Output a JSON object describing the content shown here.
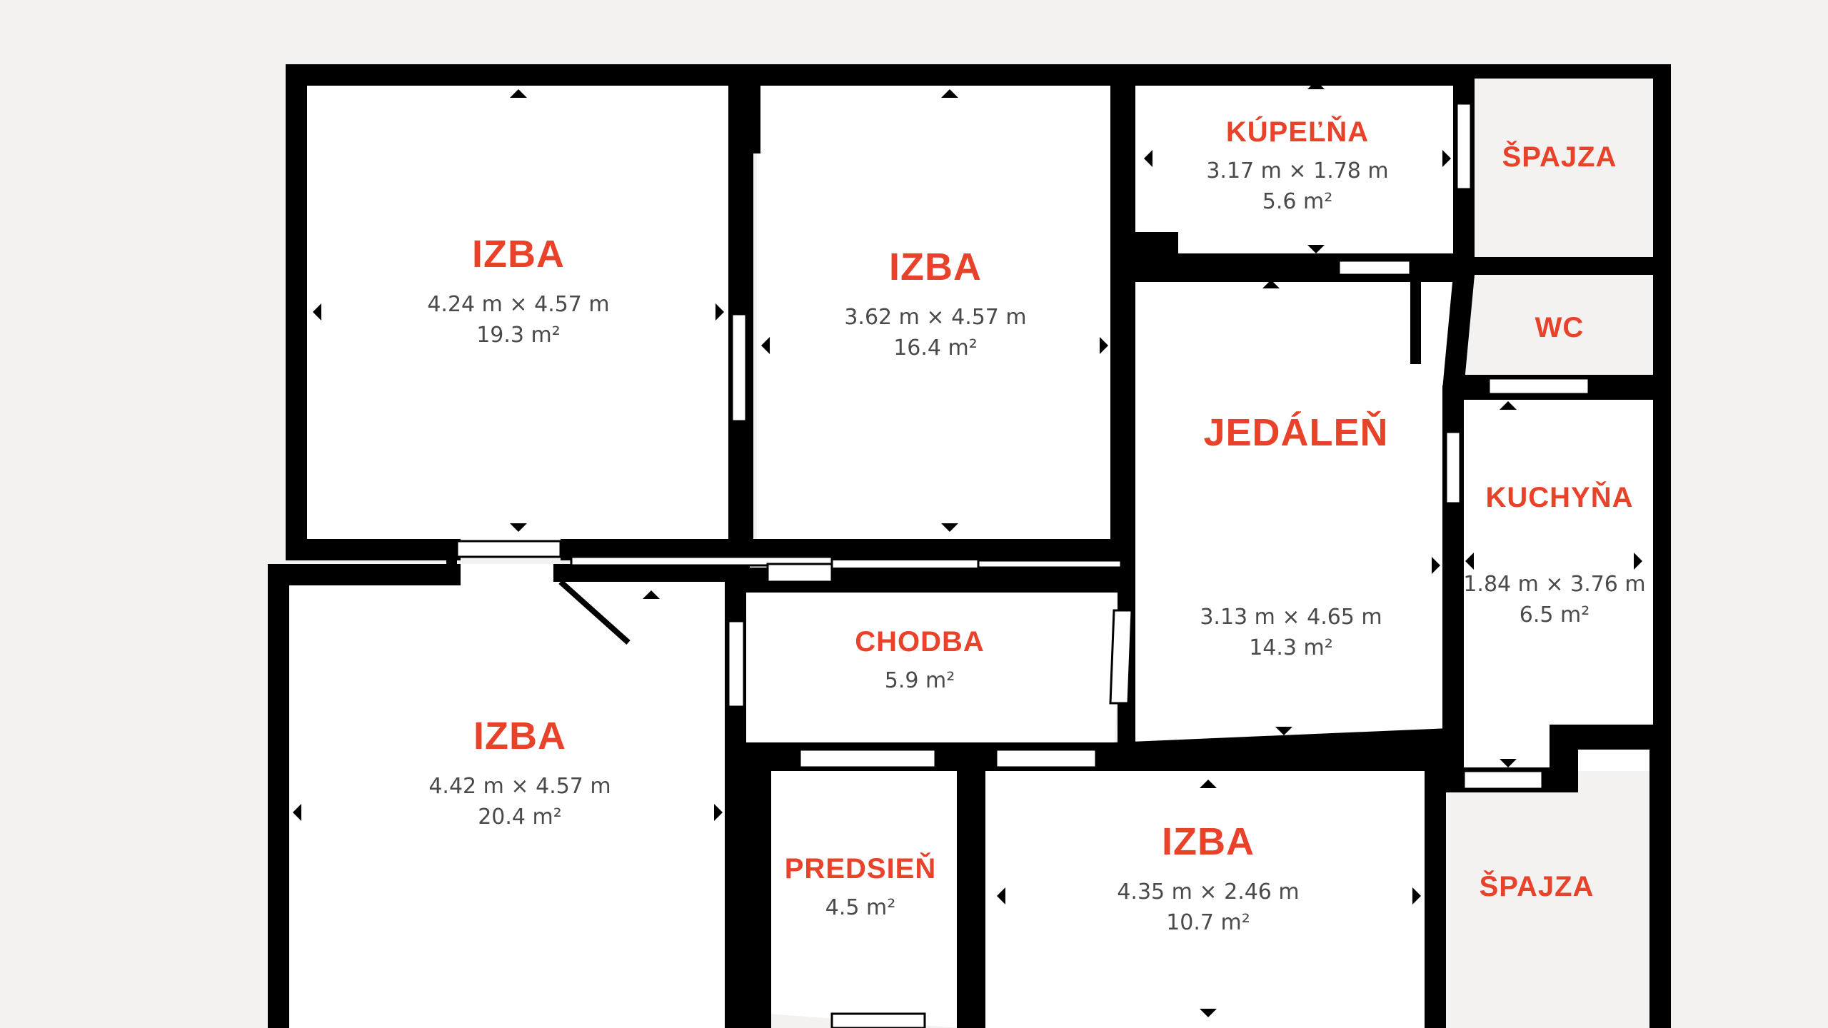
{
  "floorplan": {
    "colors": {
      "background": "#f3f2f0",
      "room_fill": "#ffffff",
      "storage_fill": "#f3f2f0",
      "wall": "#000000",
      "label_accent": "#e8432a",
      "text": "#4a4a4a"
    },
    "watermark": "",
    "rooms": {
      "izba_1": {
        "name": "IZBA",
        "dimensions": "4.24 m × 4.57 m",
        "area": "19.3 m²"
      },
      "izba_2": {
        "name": "IZBA",
        "dimensions": "3.62 m × 4.57 m",
        "area": "16.4 m²"
      },
      "kupelna": {
        "name": "KÚPEĽŇA",
        "dimensions": "3.17 m × 1.78 m",
        "area": "5.6 m²"
      },
      "spajza_top": {
        "name": "ŠPAJZA"
      },
      "wc": {
        "name": "WC"
      },
      "jedalen": {
        "name": "JEDÁLEŇ",
        "dimensions": "3.13 m × 4.65 m",
        "area": "14.3 m²"
      },
      "kuchyna": {
        "name": "KUCHYŇA",
        "dimensions": "1.84 m × 3.76 m",
        "area": "6.5 m²"
      },
      "chodba": {
        "name": "CHODBA",
        "area": "5.9 m²"
      },
      "izba_3": {
        "name": "IZBA",
        "dimensions": "4.42 m × 4.57 m",
        "area": "20.4 m²"
      },
      "predsien": {
        "name": "PREDSIEŇ",
        "area": "4.5 m²"
      },
      "izba_4": {
        "name": "IZBA",
        "dimensions": "4.35 m × 2.46 m",
        "area": "10.7 m²"
      },
      "spajza_bottom": {
        "name": "ŠPAJZA"
      }
    }
  }
}
